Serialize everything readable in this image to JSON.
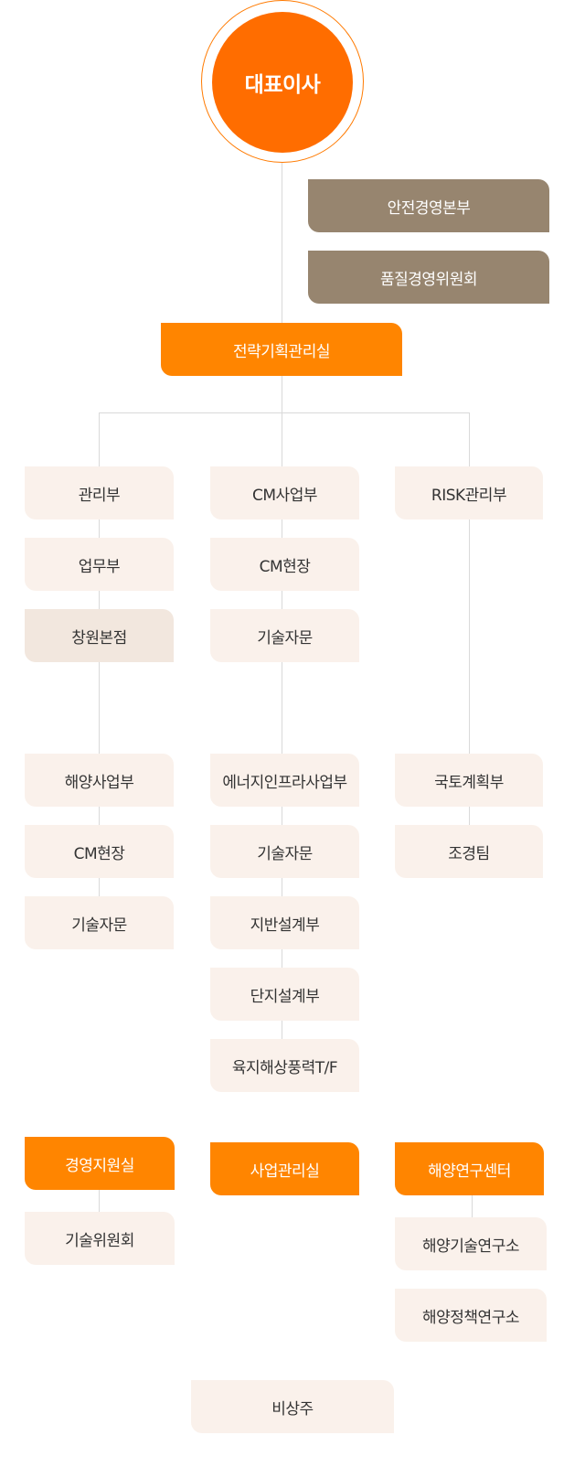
{
  "ceo": "대표이사",
  "top_boxes": {
    "safety": "안전경영본부",
    "quality": "품질경영위원회",
    "strategy": "전략기획관리실"
  },
  "col1": {
    "group1": [
      "관리부",
      "업무부",
      "창원본점"
    ],
    "group2": [
      "해양사업부",
      "CM현장",
      "기술자문"
    ]
  },
  "col2": {
    "group1": [
      "CM사업부",
      "CM현장",
      "기술자문"
    ],
    "group2": [
      "에너지인프라사업부",
      "기술자문",
      "지반설계부",
      "단지설계부",
      "육지해상풍력T/F"
    ]
  },
  "col3": {
    "group1": [
      "RISK관리부"
    ],
    "group2": [
      "국토계획부",
      "조경팀"
    ]
  },
  "bottom": {
    "management_support": "경영지원실",
    "tech_committee": "기술위원회",
    "business_management": "사업관리실",
    "ocean_center": "해양연구센터",
    "ocean_tech_lab": "해양기술연구소",
    "ocean_policy_lab": "해양정책연구소",
    "standing": "비상주"
  },
  "colors": {
    "orange": "#ff8500",
    "ceo_orange": "#ff6d00",
    "brown": "#97856f",
    "light": "#faf1eb",
    "beige": "#f2e7de",
    "line": "#d9d9d9"
  }
}
